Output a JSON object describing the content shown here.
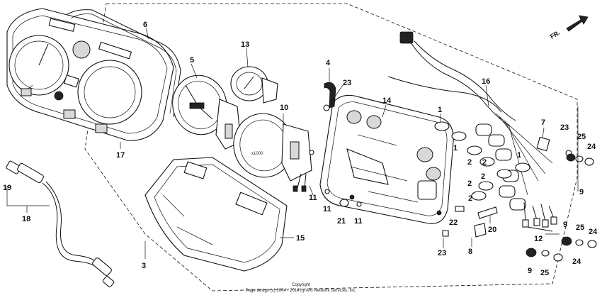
{
  "parts": {
    "p1a": "1",
    "p1b": "1",
    "p1c": "1",
    "p2a": "2",
    "p2b": "2",
    "p2c": "2",
    "p2d": "2",
    "p2e": "2",
    "p3": "3",
    "p4": "4",
    "p5": "5",
    "p6": "6",
    "p7": "7",
    "p8": "8",
    "p9a": "9",
    "p9b": "9",
    "p9c": "9",
    "p10": "10",
    "p11a": "11",
    "p11b": "11",
    "p11c": "11",
    "p12": "12",
    "p13": "13",
    "p14": "14",
    "p15": "15",
    "p16": "16",
    "p17": "17",
    "p18": "18",
    "p19": "19",
    "p20": "20",
    "p21": "21",
    "p22": "22",
    "p23a": "23",
    "p23b": "23",
    "p23c": "23",
    "p24a": "24",
    "p24b": "24",
    "p24c": "24",
    "p25a": "25",
    "p25b": "25",
    "p25c": "25"
  },
  "direction_label": "FR.",
  "copyright": {
    "line1": "Copyright",
    "line2": "Page design (c) 2004 - 2014 by ARI Network Services, Inc."
  },
  "gauge_marks": {
    "speedo_scale": "x1000"
  }
}
